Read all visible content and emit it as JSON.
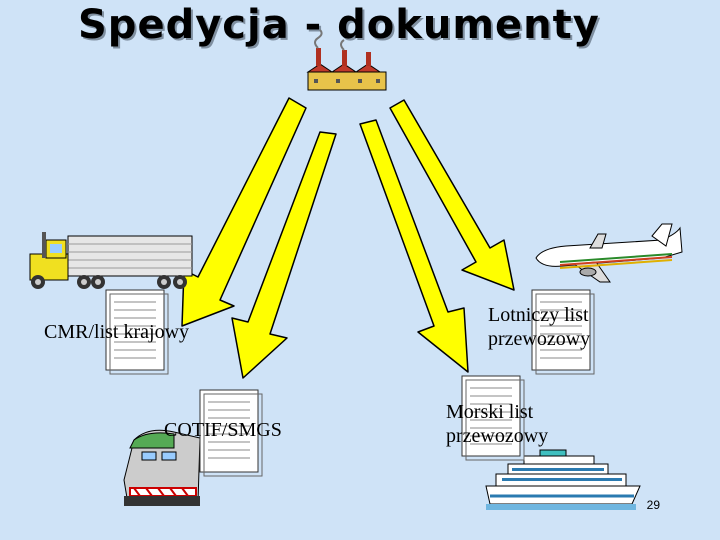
{
  "slide": {
    "title": "Spedycja - dokumenty",
    "page_number": "29"
  },
  "documents": [
    {
      "id": "cmr",
      "label": "CMR/list krajowy"
    },
    {
      "id": "cotif",
      "label": "COTIF/SMGS"
    },
    {
      "id": "air",
      "label_line1": "Lotniczy list",
      "label_line2": "przewozowy"
    },
    {
      "id": "sea",
      "label_line1": "Morski list",
      "label_line2": "przewozowy"
    }
  ],
  "icons": [
    "factory-icon",
    "truck-icon",
    "train-icon",
    "airplane-icon",
    "ship-icon",
    "document-icon"
  ],
  "colors": {
    "background": "#cfe3f7",
    "arrow_fill": "#ffff00",
    "arrow_stroke": "#000000",
    "document_fill": "#ffffff"
  }
}
